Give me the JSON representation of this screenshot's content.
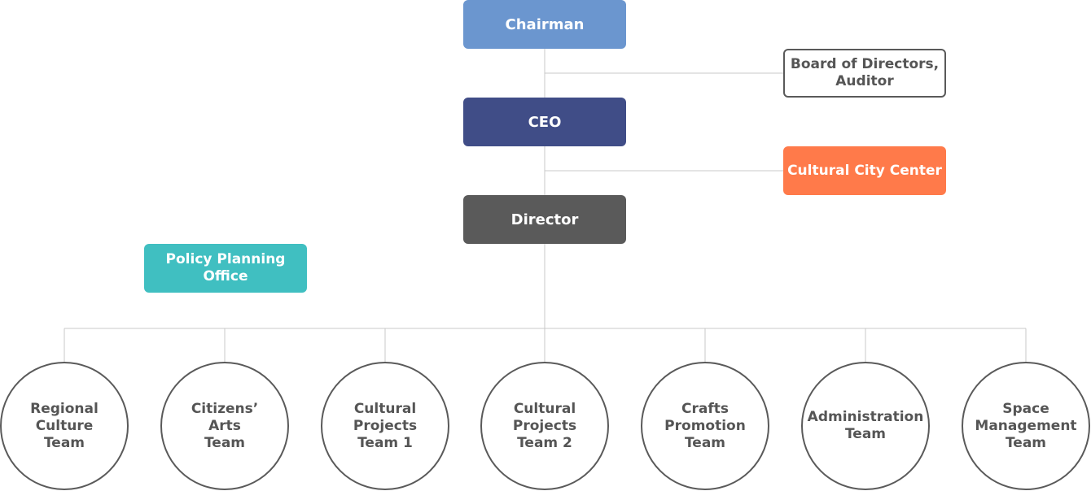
{
  "colors": {
    "chairman": "#6b96cf",
    "ceo": "#404d87",
    "director": "#5a5a5a",
    "center": "#ff7a4a",
    "policy": "#40bfc1",
    "line": "#c8c8c8",
    "outline": "#5a5a5a"
  },
  "chart": {
    "chairman": "Chairman",
    "board": "Board of Directors,\nAuditor",
    "ceo": "CEO",
    "center": "Cultural City Center",
    "director": "Director",
    "policy": "Policy Planning\nOffice",
    "teams": [
      "Regional\nCulture\nTeam",
      "Citizens’\nArts\nTeam",
      "Cultural\nProjects\nTeam 1",
      "Cultural\nProjects\nTeam 2",
      "Crafts\nPromotion\nTeam",
      "Administration\nTeam",
      "Space\nManagement\nTeam"
    ]
  }
}
